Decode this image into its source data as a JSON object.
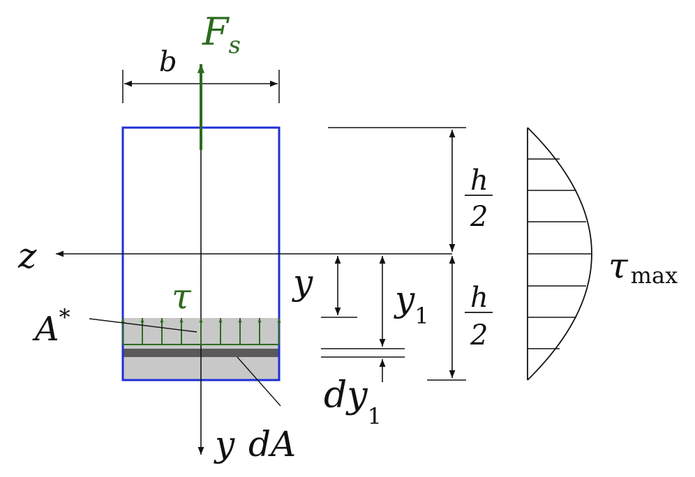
{
  "labels": {
    "force": "F",
    "force_sub": "s",
    "width": "b",
    "axis_z": "z",
    "tau": "τ",
    "area_star": "A",
    "area_star_sup": "*",
    "dist_y": "y",
    "dist_y1": "y",
    "dist_y1_sub": "1",
    "half_h_num": "h",
    "half_h_den": "2",
    "d_y1": "dy",
    "d_y1_sub": "1",
    "axis_y": "y",
    "dA": "dA",
    "tau_max": "τ",
    "tau_max_sub": "max"
  },
  "colors": {
    "section_outline": "#1f2fd6",
    "force": "#2d6b1f",
    "shaded_area": "#c8c8c8",
    "strip": "#5a5a5a",
    "lines": "#111111"
  }
}
